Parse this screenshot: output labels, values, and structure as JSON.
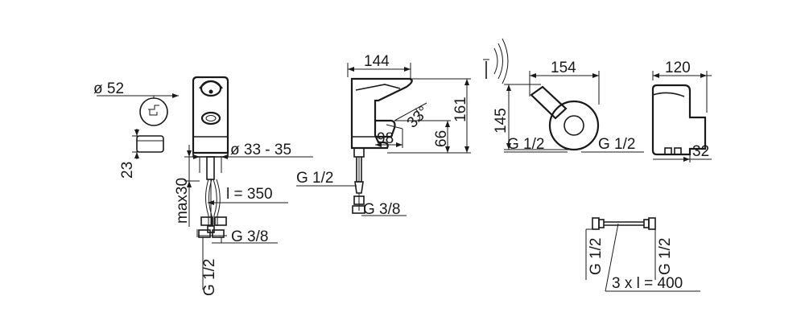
{
  "dimensions": {
    "view1": {
      "dia52": "ø 52",
      "h23": "23",
      "max30": "max30",
      "dia3335": "ø 33 - 35",
      "l350": "l = 350",
      "g38": "G 3/8",
      "g12": "G 1/2"
    },
    "view2": {
      "w144": "144",
      "h161": "161",
      "d98": "98",
      "h66": "66",
      "a33": "33°",
      "g12": "G 1/2",
      "g38": "G 3/8"
    },
    "view3": {
      "w154": "154",
      "h145": "145",
      "g12_left": "G 1/2",
      "g12_right": "G 1/2"
    },
    "view4": {
      "w120": "120",
      "d32": "32"
    },
    "view5": {
      "g12_left": "G 1/2",
      "g12_right": "G 1/2",
      "hose": "3 x  l = 400"
    }
  }
}
